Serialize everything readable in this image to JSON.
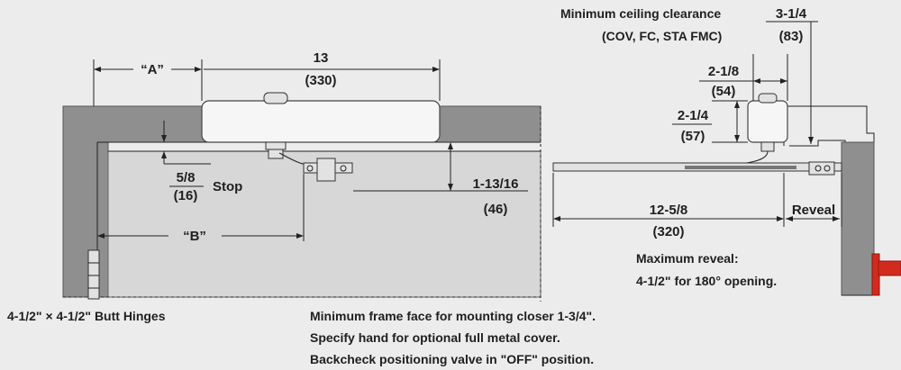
{
  "labels": {
    "a": "“A”",
    "b": "“B”",
    "width_in": "13",
    "width_mm": "(330)",
    "stop_in": "5/8",
    "stop_mm": "(16)",
    "stop_word": "Stop",
    "drop_in": "1-13/16",
    "drop_mm": "(46)",
    "ceiling_title": "Minimum ceiling clearance",
    "ceiling_in": "3-1/4",
    "ceiling_models": "(COV, FC, STA FMC)",
    "ceiling_mm": "(83)",
    "depth_in": "2-1/8",
    "depth_mm": "(54)",
    "height_in": "2-1/4",
    "height_mm": "(57)",
    "arm_in": "12-5/8",
    "arm_mm": "(320)",
    "reveal": "Reveal",
    "max_reveal_1": "Maximum reveal:",
    "max_reveal_2": "4-1/2\" for 180° opening.",
    "hinges": "4-1/2\" × 4-1/2\" Butt Hinges",
    "note_1": "Minimum frame face for mounting closer 1-3/4\".",
    "note_2": "Specify hand for optional full metal cover.",
    "note_3": "Backcheck positioning valve in \"OFF\" position."
  },
  "colors": {
    "background": "#ececec",
    "wall": "#8f8f8f",
    "door": "#d7d7d7",
    "stop_accent": "#d42a1e"
  }
}
